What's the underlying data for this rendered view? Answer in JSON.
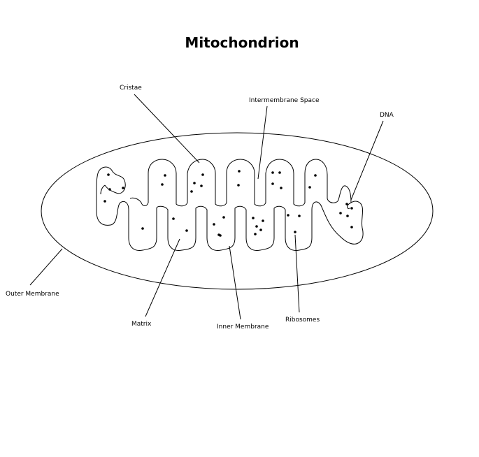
{
  "title": "Mitochondrion",
  "labels": {
    "cristae": "Cristae",
    "intermembrane_space": "Intermembrane Space",
    "dna": "DNA",
    "outer_membrane": "Outer Membrane",
    "matrix": "Matrix",
    "inner_membrane": "Inner Membrane",
    "ribosomes": "Ribosomes"
  },
  "colors": {
    "stroke": "#000000",
    "background": "#ffffff"
  }
}
